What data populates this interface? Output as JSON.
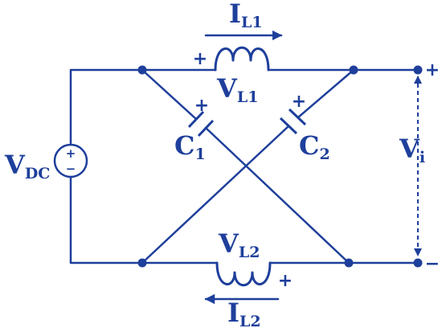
{
  "source": {
    "main": "V",
    "sub": "DC",
    "plus": "+",
    "minus": "−"
  },
  "inductor_l1": {
    "voltage_main": "V",
    "voltage_sub": "L1",
    "current_main": "I",
    "current_sub": "L1",
    "polarity": "+"
  },
  "inductor_l2": {
    "voltage_main": "V",
    "voltage_sub": "L2",
    "current_main": "I",
    "current_sub": "L2",
    "polarity": "+"
  },
  "capacitor_c1": {
    "main": "C",
    "sub": "1",
    "polarity": "+"
  },
  "capacitor_c2": {
    "main": "C",
    "sub": "2",
    "polarity": "+"
  },
  "output": {
    "main": "V",
    "sub": "i",
    "plus": "+",
    "minus": "−"
  },
  "colors": {
    "ink": "#1e3f9b",
    "background": "#ffffff"
  }
}
